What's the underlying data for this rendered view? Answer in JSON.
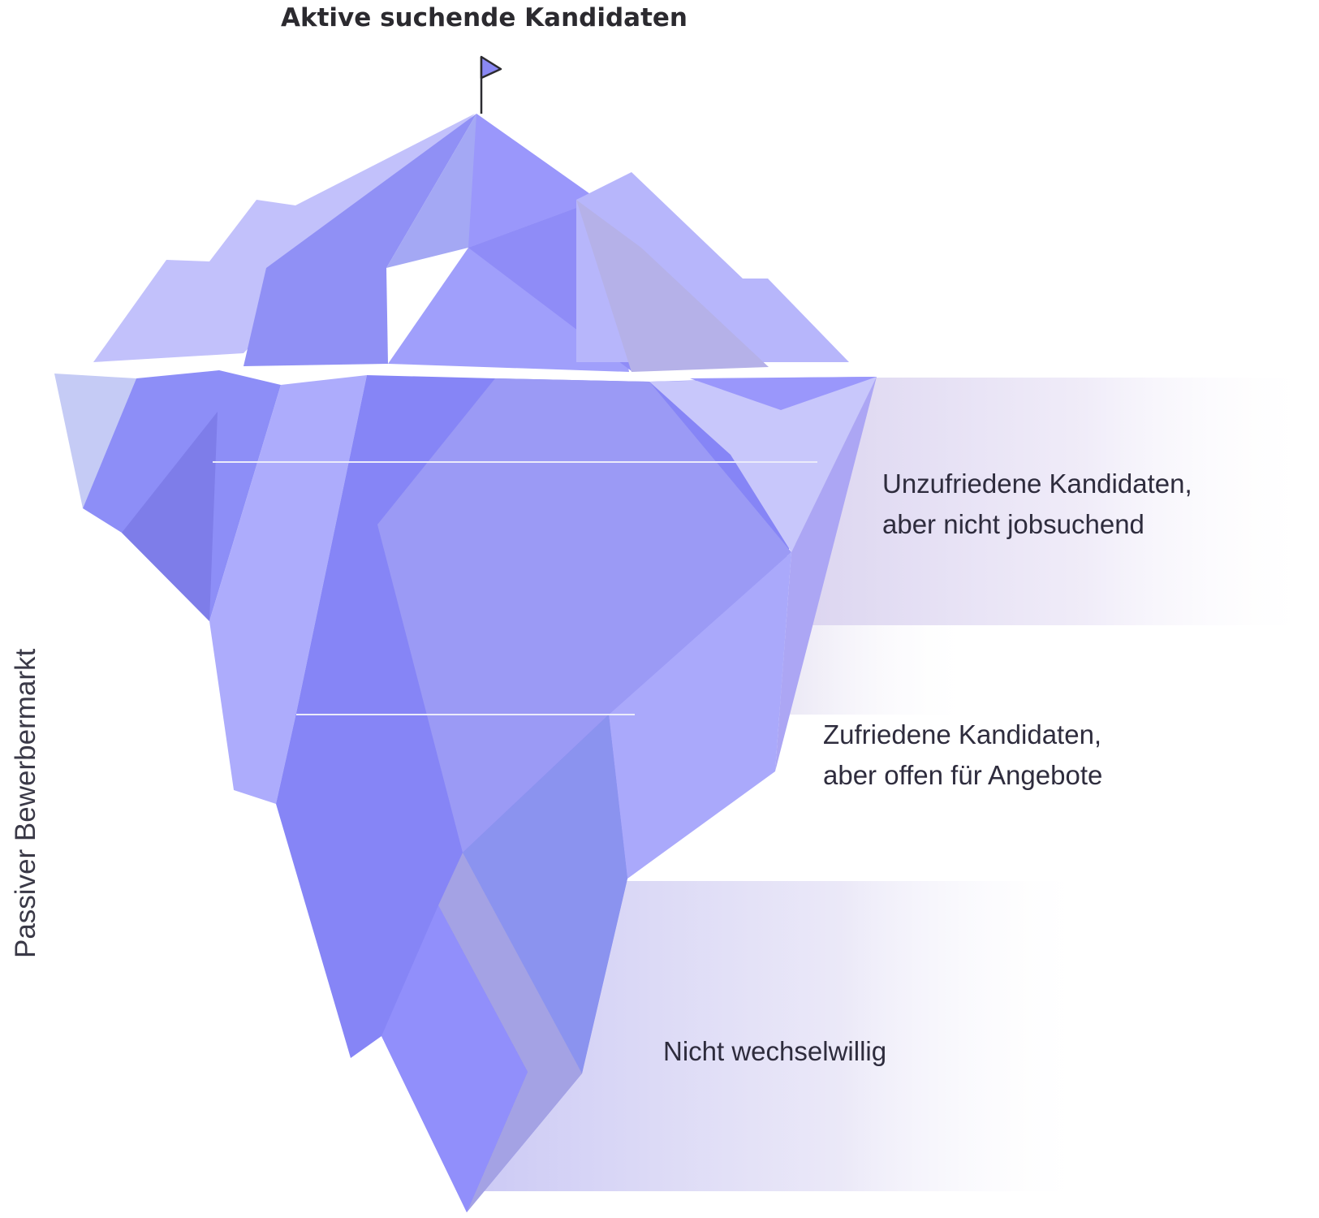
{
  "title": "Aktive suchende Kandidaten",
  "side_label": "Passiver Bewerbermarkt",
  "tiers": [
    {
      "line1": "Unzufriedene Kandidaten,",
      "line2": "aber nicht jobsuchend"
    },
    {
      "line1": "Zufriedene Kandidaten,",
      "line2": "aber offen für Angebote"
    },
    {
      "line1": "Nicht wechselwillig"
    }
  ],
  "colors": {
    "iceberg_light": "#c4c3fb",
    "iceberg_mid": "#9a99f5",
    "iceberg_dark": "#8685f6",
    "band_tint": "#d8d2f0",
    "text": "#2e2c3d"
  },
  "icons": {
    "flag": "flag-icon"
  }
}
